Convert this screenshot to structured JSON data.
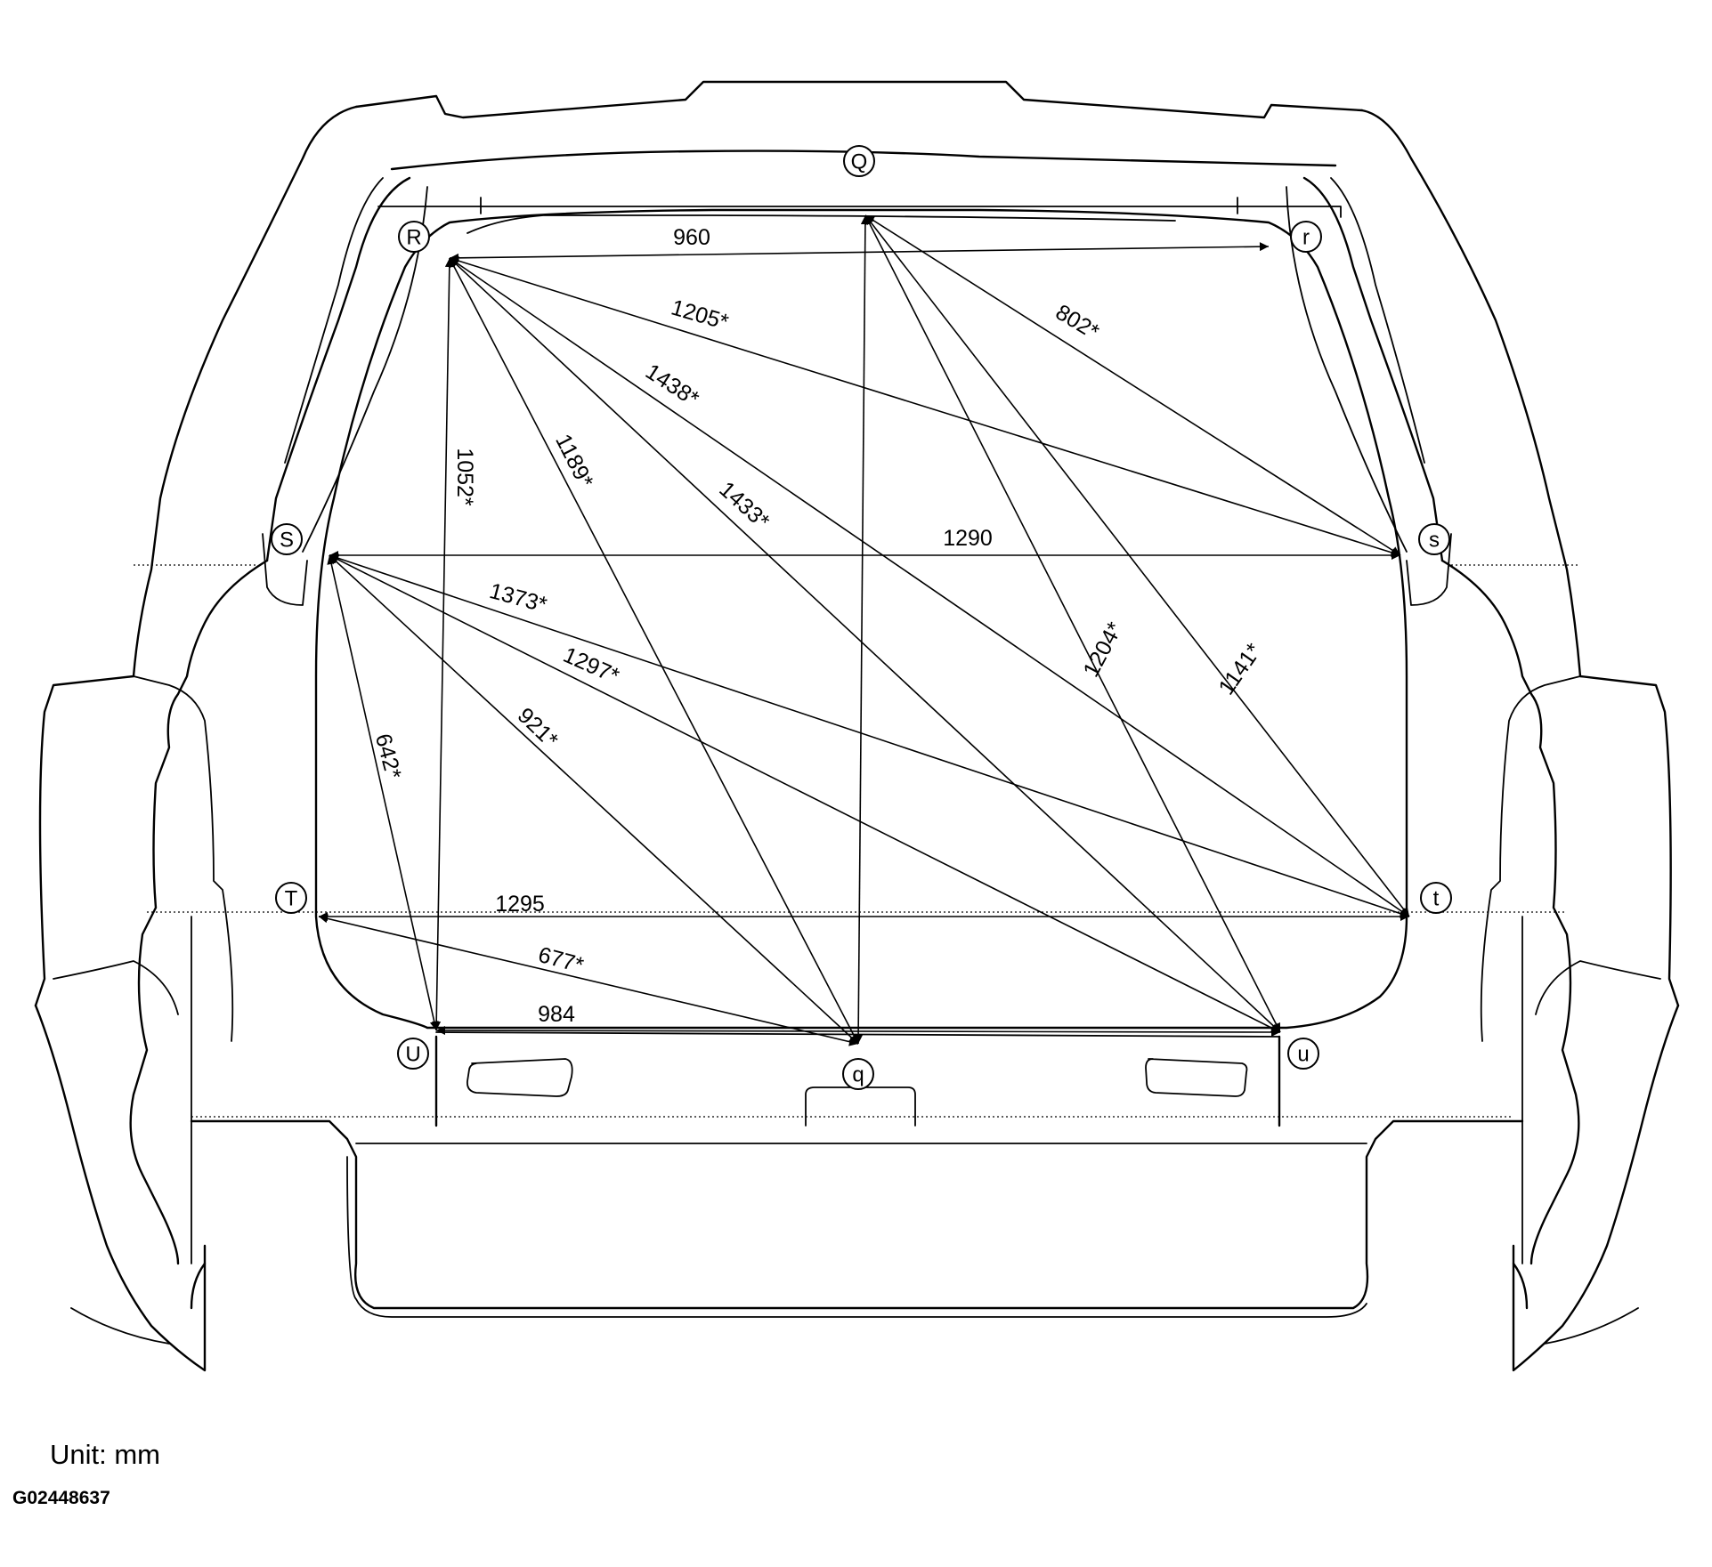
{
  "unit_label": "Unit: mm",
  "figure_code": "G02448637",
  "points": [
    {
      "id": "Q",
      "label": "Q"
    },
    {
      "id": "R",
      "label": "R"
    },
    {
      "id": "r",
      "label": "r"
    },
    {
      "id": "S",
      "label": "S"
    },
    {
      "id": "s",
      "label": "s"
    },
    {
      "id": "T",
      "label": "T"
    },
    {
      "id": "t",
      "label": "t"
    },
    {
      "id": "U",
      "label": "U"
    },
    {
      "id": "u",
      "label": "u"
    },
    {
      "id": "q",
      "label": "q"
    }
  ],
  "dimensions": [
    {
      "from": "R",
      "to": "r",
      "value": "960"
    },
    {
      "from": "R",
      "to": "s",
      "value": "1205*"
    },
    {
      "from": "Q",
      "to": "s",
      "value": "802*"
    },
    {
      "from": "R",
      "to": "t",
      "value": "1438*"
    },
    {
      "from": "R",
      "to": "U",
      "value": "1052*"
    },
    {
      "from": "R",
      "to": "q",
      "value": "1189*"
    },
    {
      "from": "R",
      "to": "u",
      "value": "1433*"
    },
    {
      "from": "S",
      "to": "s",
      "value": "1290"
    },
    {
      "from": "S",
      "to": "t",
      "value": "1373*"
    },
    {
      "from": "S",
      "to": "u",
      "value": "1297*"
    },
    {
      "from": "S",
      "to": "q",
      "value": "921*"
    },
    {
      "from": "S",
      "to": "U",
      "value": "642*"
    },
    {
      "from": "Q",
      "to": "u",
      "value": "1204*"
    },
    {
      "from": "Q",
      "to": "t",
      "value": "1141*"
    },
    {
      "from": "T",
      "to": "t",
      "value": "1295"
    },
    {
      "from": "T",
      "to": "q",
      "value": "677*"
    },
    {
      "from": "U",
      "to": "u",
      "value": "984"
    },
    {
      "from": "Q",
      "to": "q",
      "value": ""
    }
  ]
}
